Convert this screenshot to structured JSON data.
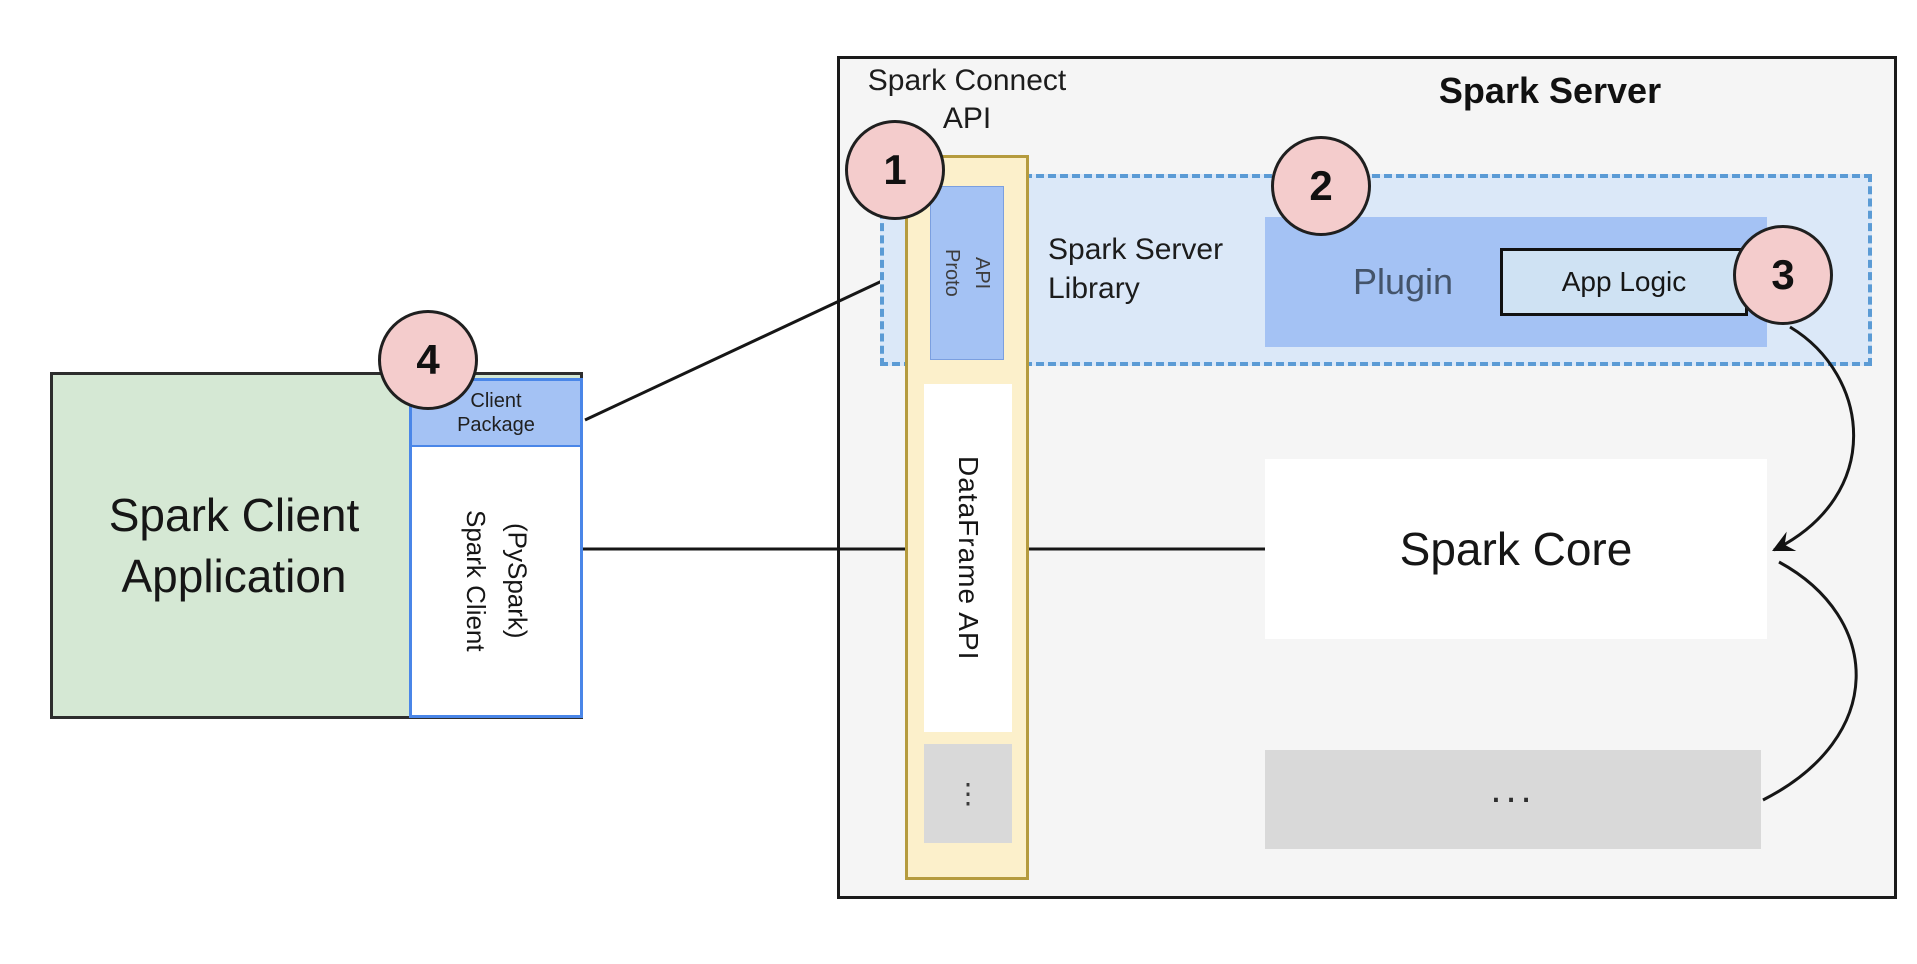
{
  "client_app": {
    "line1": "Spark Client",
    "line2": "Application"
  },
  "client_package": {
    "line1": "Client",
    "line2": "Package"
  },
  "spark_client": {
    "line1": "Spark Client",
    "line2": "(PySpark)"
  },
  "server": {
    "title": "Spark Server"
  },
  "connect_api": {
    "line1": "Spark Connect",
    "line2": "API"
  },
  "proto_api": {
    "line1": "Proto",
    "line2": "API"
  },
  "dataframe_api": {
    "label": "DataFrame API"
  },
  "server_library": {
    "line1": "Spark Server",
    "line2": "Library"
  },
  "plugin": {
    "label": "Plugin"
  },
  "app_logic": {
    "label": "App Logic"
  },
  "spark_core": {
    "label": "Spark Core"
  },
  "column_more": {
    "label": "⋮"
  },
  "core_more": {
    "label": "..."
  },
  "badges": {
    "b1": "1",
    "b2": "2",
    "b3": "3",
    "b4": "4"
  },
  "colors": {
    "client_fill": "#d5e8d4",
    "accent_blue": "#a4c2f4",
    "dashed_border_blue": "#5b9bd5",
    "library_panel_fill": "#dbe8f8",
    "api_column_fill": "#fcf0cb",
    "api_column_border": "#b59b3e",
    "gray_fill": "#d9d9d9",
    "badge_fill": "#f4cccc",
    "server_fill": "#f5f5f5",
    "app_logic_fill": "#cfe2f3"
  }
}
